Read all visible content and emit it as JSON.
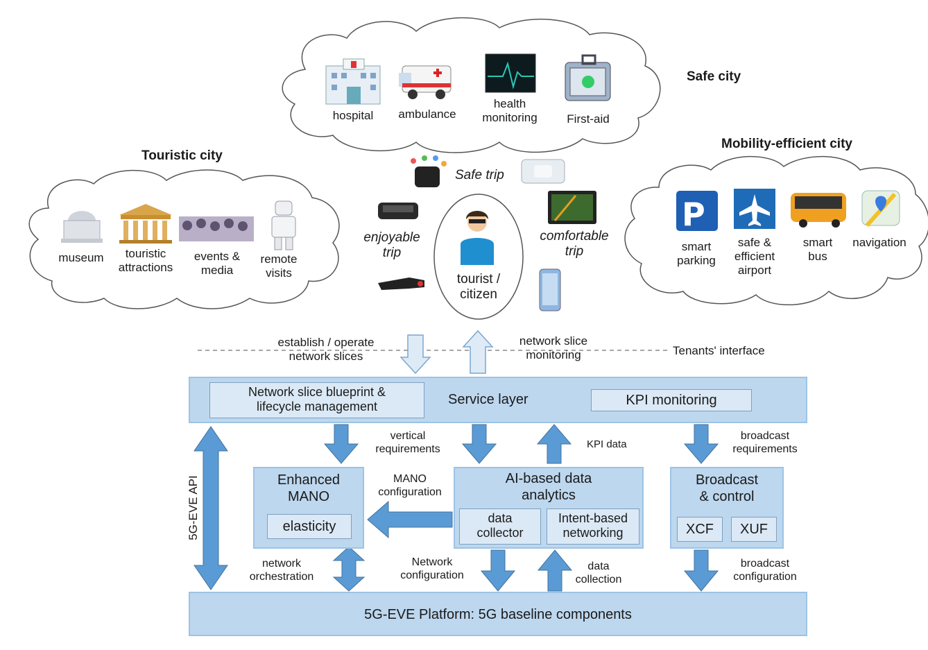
{
  "clouds": {
    "safe_city": {
      "title": "Safe city",
      "items": [
        "hospital",
        "ambulance",
        "health\nmonitoring",
        "First-aid"
      ],
      "icons": [
        "hospital-icon",
        "ambulance-icon",
        "heart-monitor-icon",
        "first-aid-kit-icon"
      ]
    },
    "touristic_city": {
      "title": "Touristic city",
      "items": [
        "museum",
        "touristic\nattractions",
        "events &\nmedia",
        "remote\nvisits"
      ],
      "icons": [
        "museum-icon",
        "temple-icon",
        "crowd-icon",
        "robot-icon"
      ]
    },
    "mobility_city": {
      "title": "Mobility-efficient city",
      "items": [
        "smart\nparking",
        "safe &\nefficient\nairport",
        "smart\nbus",
        "navigation"
      ],
      "icons": [
        "parking-icon",
        "airplane-icon",
        "bus-icon",
        "map-icon"
      ]
    }
  },
  "center": {
    "tourist": "tourist /\ncitizen",
    "safe_trip": "Safe trip",
    "enjoyable_trip": "enjoyable\ntrip",
    "comfortable_trip": "comfortable\ntrip"
  },
  "interface": {
    "establish": "establish / operate\nnetwork slices",
    "monitoring": "network slice\nmonitoring",
    "tenants": "Tenants' interface"
  },
  "service_layer": {
    "title": "Service layer",
    "blueprint": "Network slice blueprint &\nlifecycle management",
    "kpi": "KPI monitoring"
  },
  "flows": {
    "vertical_req": "vertical\nrequirements",
    "kpi_data": "KPI data",
    "broadcast_req": "broadcast\nrequirements",
    "mano_config": "MANO\nconfiguration",
    "network_orch": "network\norchestration",
    "network_config": "Network\nconfiguration",
    "data_collection": "data\ncollection",
    "broadcast_config": "broadcast\nconfiguration",
    "api": "5G-EVE API"
  },
  "blocks": {
    "mano": {
      "title": "Enhanced\nMANO",
      "sub": "elasticity"
    },
    "ai": {
      "title": "AI-based data\nanalytics",
      "sub1": "data\ncollector",
      "sub2": "Intent-based\nnetworking"
    },
    "broadcast": {
      "title": "Broadcast\n& control",
      "sub1": "XCF",
      "sub2": "XUF"
    }
  },
  "platform": "5G-EVE Platform: 5G baseline components",
  "colors": {
    "layer": "#bdd7ee",
    "arrow": "#5b9bd5",
    "inner": "#dbe9f6"
  }
}
